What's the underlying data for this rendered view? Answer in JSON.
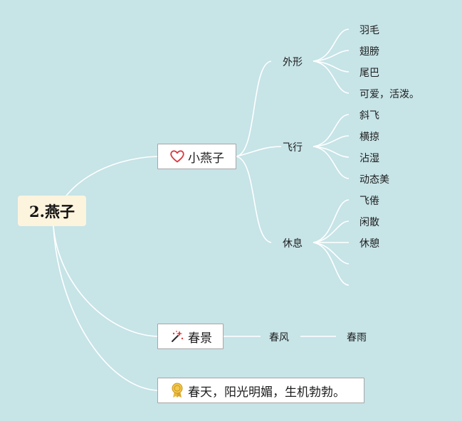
{
  "root": {
    "label": "2.燕子"
  },
  "branches": [
    {
      "label": "小燕子",
      "icon": "heart-icon"
    },
    {
      "label": "春景",
      "icon": "sparkle-wand-icon"
    },
    {
      "label": "春天，阳光明媚，生机勃勃。",
      "icon": "award-ribbon-icon"
    }
  ],
  "sub": {
    "appearance": {
      "label": "外形",
      "leaves": [
        "羽毛",
        "翅膀",
        "尾巴",
        "可爱，活泼。"
      ]
    },
    "flight": {
      "label": "飞行",
      "leaves": [
        "斜飞",
        "横掠",
        "沾湿",
        "动态美"
      ]
    },
    "rest": {
      "label": "休息",
      "leaves": [
        "飞倦",
        "闲散",
        "休憩"
      ]
    },
    "spring_wind": {
      "label": "春风"
    },
    "spring_rain": {
      "label": "春雨"
    }
  },
  "colors": {
    "background": "#c7e4e7",
    "link": "#ffffff",
    "heart": "#d9363e",
    "root_fill": "#fdf4de"
  }
}
